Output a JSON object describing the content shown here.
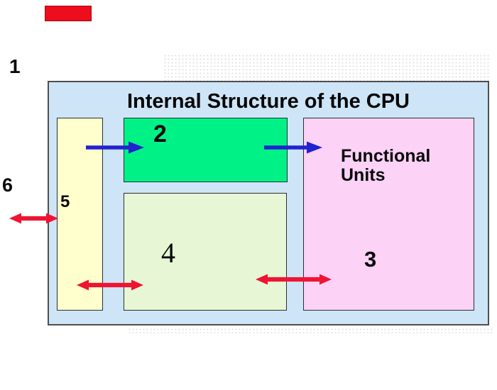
{
  "diagram": {
    "title": "Internal Structure of the CPU",
    "functional_units_label": "Functional Units",
    "markers": {
      "m1": "1",
      "m2": "2",
      "m3": "3",
      "m4": "4",
      "m5": "5",
      "m6": "6"
    },
    "colors": {
      "container_fill": "#cde5f7",
      "container_border": "#4f4f4f",
      "left_tall_box_fill": "#ffffcd",
      "top_green_box_fill": "#00f287",
      "bottom_green_box_fill": "#e7f7d5",
      "pink_box_fill": "#fcd2f7",
      "red_marker_box_fill": "#ee0d1c",
      "blue_arrow": "#2222cf",
      "red_arrow": "#ef1431"
    }
  }
}
